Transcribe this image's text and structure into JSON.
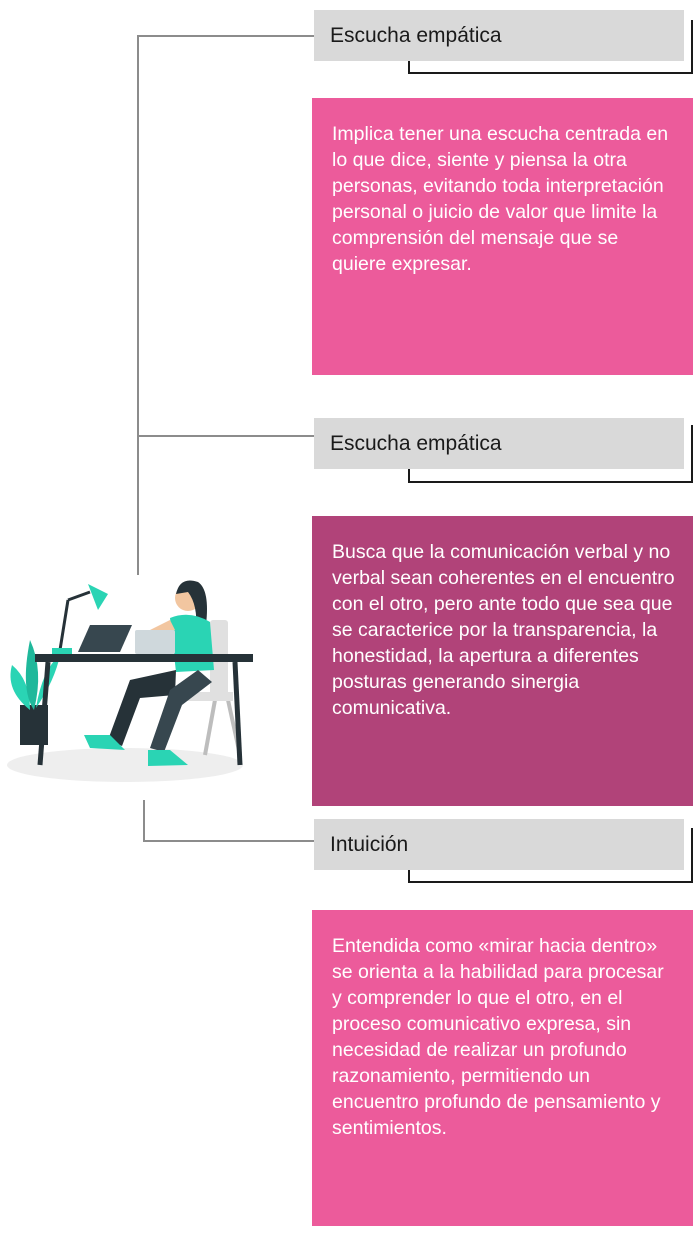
{
  "items": [
    {
      "title": "Escucha empática",
      "description": "Implica tener una escucha centrada en lo que dice, siente y piensa la  otra personas, evitando toda interpretación personal o juicio de valor que limite la comprensión del mensaje que se quiere expresar.",
      "color": "#ec5b9b"
    },
    {
      "title": "Escucha empática",
      "description": "Busca que la comunicación verbal y no verbal sean coherentes en el encuentro con el otro, pero ante todo que sea que se caracterice por la transparencia, la honestidad, la apertura a diferentes posturas generando sinergia comunicativa.",
      "color": "#b14379"
    },
    {
      "title": "Intuición",
      "description": "Entendida como «mirar hacia dentro» se orienta a la habilidad para procesar y comprender lo que el otro, en el proceso comunicativo expresa, sin necesidad de realizar un profundo razonamiento, permitiendo un encuentro profundo de pensamiento y sentimientos.",
      "color": "#ec5b9b"
    }
  ],
  "illustration": {
    "icon": "woman-at-desk-illustration",
    "colors": {
      "accent": "#2ad4b4",
      "dark": "#263238",
      "skin": "#f2c6a0"
    }
  }
}
